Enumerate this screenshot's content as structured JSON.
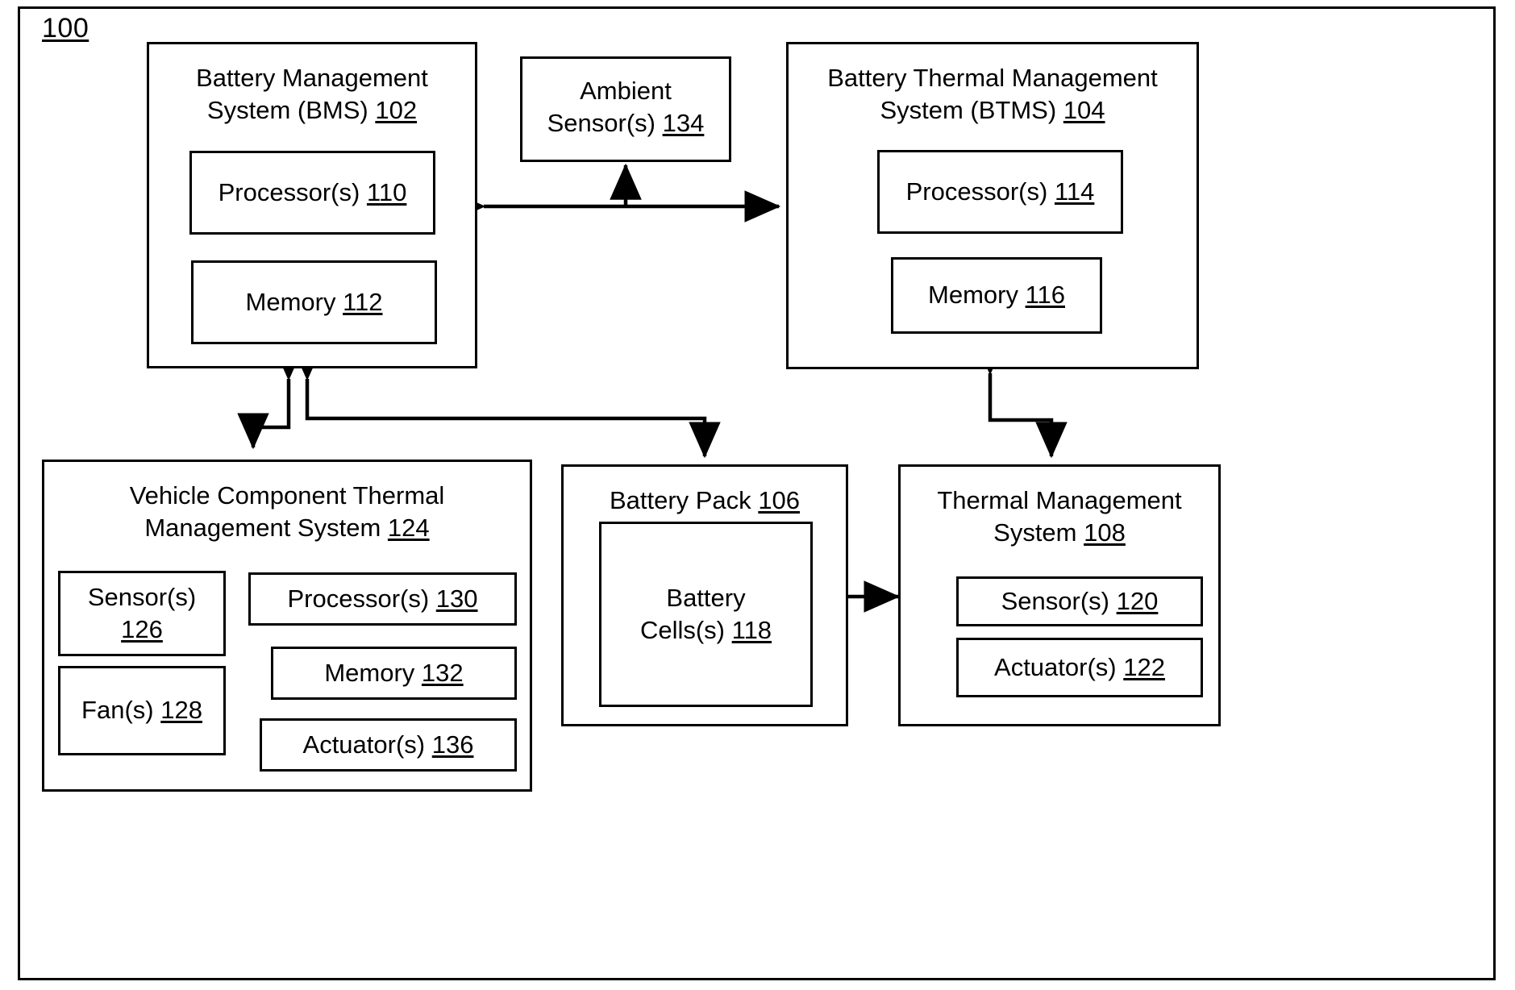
{
  "figure": {
    "number": "100",
    "type": "block-diagram",
    "caption": ""
  },
  "blocks": {
    "bms": {
      "title_line1": "Battery Management",
      "title_line2": "System (BMS)",
      "ref": "102",
      "children": [
        {
          "label": "Processor(s)",
          "ref": "110"
        },
        {
          "label": "Memory",
          "ref": "112"
        }
      ]
    },
    "ambient": {
      "title_line1": "Ambient",
      "title_line2": "Sensor(s)",
      "ref": "134",
      "children": []
    },
    "btms": {
      "title_line1": "Battery Thermal Management",
      "title_line2": "System (BTMS)",
      "ref": "104",
      "children": [
        {
          "label": "Processor(s)",
          "ref": "114"
        },
        {
          "label": "Memory",
          "ref": "116"
        }
      ]
    },
    "vcts": {
      "title_line1": "Vehicle Component Thermal",
      "title_line2": "Management System",
      "ref": "124",
      "children": [
        {
          "label": "Sensor(s)",
          "ref": "126"
        },
        {
          "label": "Fan(s)",
          "ref": "128"
        },
        {
          "label": "Processor(s)",
          "ref": "130"
        },
        {
          "label": "Memory",
          "ref": "132"
        },
        {
          "label": "Actuator(s)",
          "ref": "136"
        }
      ]
    },
    "battery_pack": {
      "title_line1": "Battery Pack",
      "title_line2": "",
      "ref": "106",
      "children": [
        {
          "label_line1": "Battery",
          "label_line2": "Cells(s)",
          "ref": "118"
        }
      ]
    },
    "tms": {
      "title_line1": "Thermal Management",
      "title_line2": "System",
      "ref": "108",
      "children": [
        {
          "label": "Sensor(s)",
          "ref": "120"
        },
        {
          "label": "Actuator(s)",
          "ref": "122"
        }
      ]
    }
  },
  "connectors": [
    {
      "from": "bms",
      "to": "btms",
      "style": "bidirectional"
    },
    {
      "from": "bms-btms-link",
      "to": "ambient",
      "style": "unidirectional"
    },
    {
      "from": "bms",
      "to": "vcts",
      "style": "bidirectional"
    },
    {
      "from": "bms",
      "to": "battery_pack",
      "style": "unidirectional"
    },
    {
      "from": "btms",
      "to": "tms",
      "style": "unidirectional"
    },
    {
      "from": "battery_pack",
      "to": "tms",
      "style": "bidirectional"
    }
  ],
  "colors": {
    "line": "#000000",
    "background": "#ffffff"
  }
}
